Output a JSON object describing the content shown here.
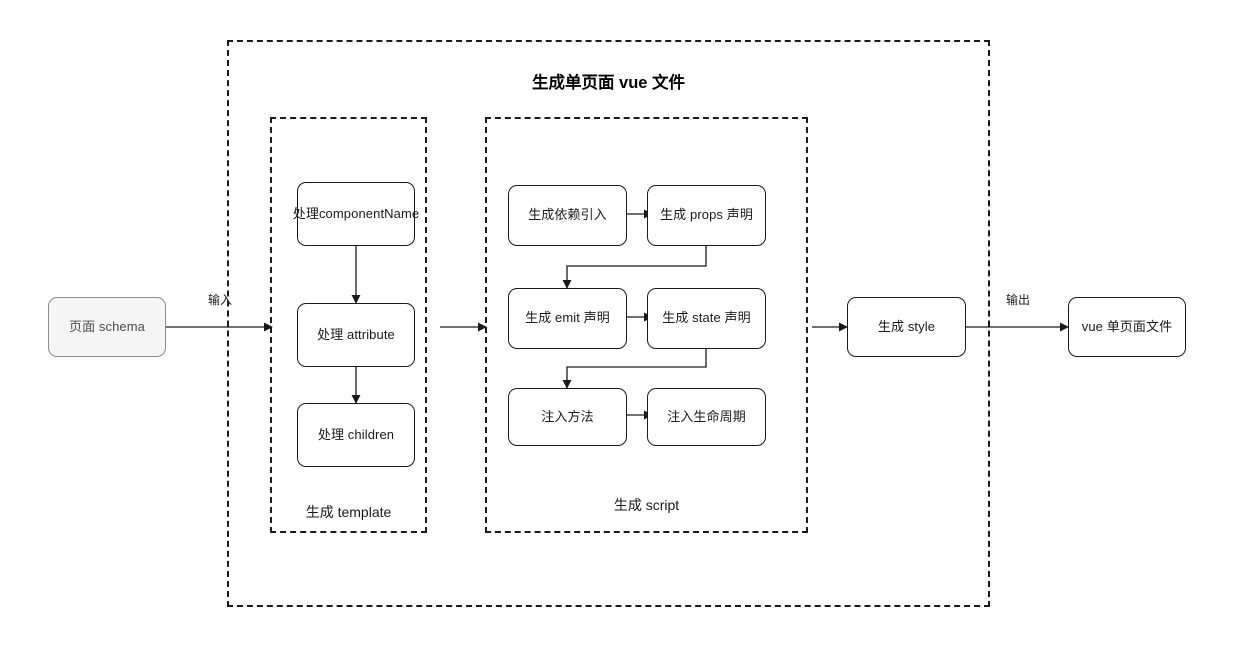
{
  "diagram": {
    "title": "生成单页面 vue 文件",
    "input_node": "页面 schema",
    "output_node": "vue 单页面文件",
    "style_node": "生成 style",
    "edge_labels": {
      "input": "输入",
      "output": "输出"
    },
    "groups": {
      "template": {
        "label": "生成 template",
        "nodes": [
          "处理componentName",
          "处理 attribute",
          "处理 children"
        ]
      },
      "script": {
        "label": "生成 script",
        "nodes": [
          "生成依赖引入",
          "生成 props 声明",
          "生成 emit 声明",
          "生成 state 声明",
          "注入方法",
          "注入生命周期"
        ]
      }
    },
    "colors": {
      "stroke": "#1a1a1a",
      "node_fill": "#ffffff",
      "input_fill": "#f5f5f5",
      "input_stroke": "#8c8c8c",
      "text": "#1a1a1a"
    }
  }
}
